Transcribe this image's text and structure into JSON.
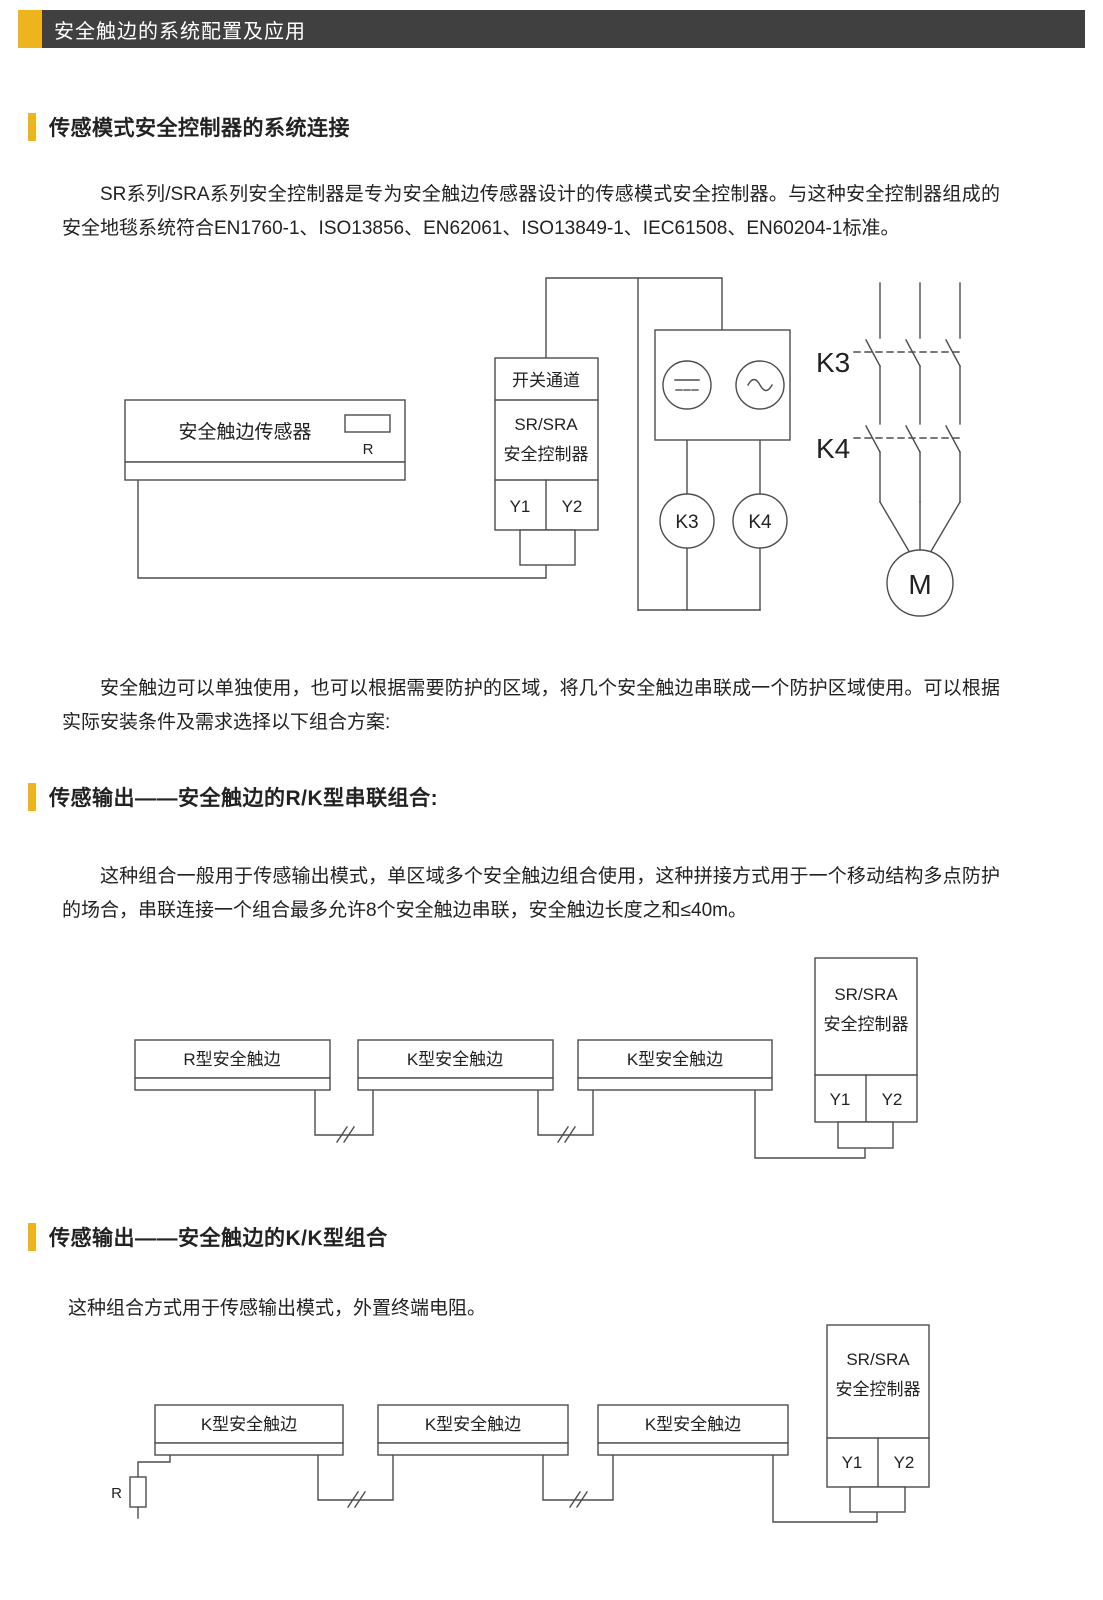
{
  "header": {
    "title": "安全触边的系统配置及应用"
  },
  "section1": {
    "heading": "传感模式安全控制器的系统连接",
    "para1": "SR系列/SRA系列安全控制器是专为安全触边传感器设计的传感模式安全控制器。与这种安全控制器组成的安全地毯系统符合EN1760-1、ISO13856、EN62061、ISO13849-1、IEC61508、EN60204-1标准。",
    "para2": "安全触边可以单独使用，也可以根据需要防护的区域，将几个安全触边串联成一个防护区域使用。可以根据实际安装条件及需求选择以下组合方案:",
    "diagram": {
      "sensor_label": "安全触边传感器",
      "resistor_label": "R",
      "channel_label": "开关通道",
      "controller_line1": "SR/SRA",
      "controller_line2": "安全控制器",
      "y1": "Y1",
      "y2": "Y2",
      "k3_coil": "K3",
      "k4_coil": "K4",
      "k3_contact": "K3",
      "k4_contact": "K4",
      "motor": "M"
    }
  },
  "section2": {
    "heading": "传感输出——安全触边的R/K型串联组合:",
    "para": "这种组合一般用于传感输出模式，单区域多个安全触边组合使用，这种拼接方式用于一个移动结构多点防护的场合，串联连接一个组合最多允许8个安全触边串联，安全触边长度之和≤40m。",
    "diagram": {
      "edges": [
        "R型安全触边",
        "K型安全触边",
        "K型安全触边"
      ],
      "controller_line1": "SR/SRA",
      "controller_line2": "安全控制器",
      "y1": "Y1",
      "y2": "Y2"
    }
  },
  "section3": {
    "heading": "传感输出——安全触边的K/K型组合",
    "para": "这种组合方式用于传感输出模式，外置终端电阻。",
    "diagram": {
      "edges": [
        "K型安全触边",
        "K型安全触边",
        "K型安全触边"
      ],
      "resistor_label": "R",
      "controller_line1": "SR/SRA",
      "controller_line2": "安全控制器",
      "y1": "Y1",
      "y2": "Y2"
    }
  },
  "colors": {
    "accent": "#eeb41e",
    "header_bar": "#404040"
  }
}
